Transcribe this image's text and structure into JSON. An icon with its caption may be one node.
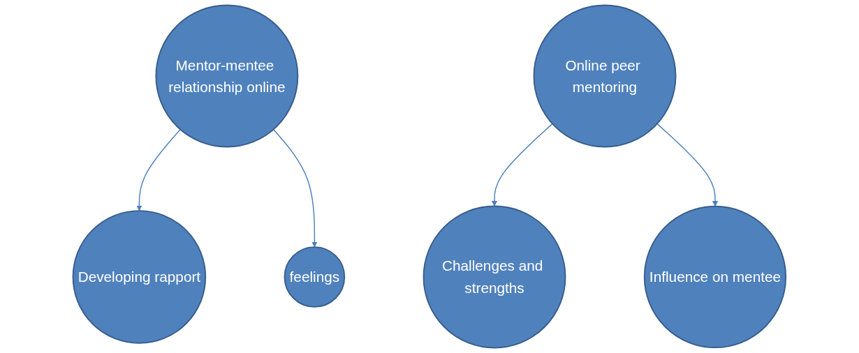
{
  "diagram": {
    "nodes": [
      {
        "text": [
          "Mentor-mentee relationship online"
        ]
      },
      {
        "text": [
          "Online peer mentoring"
        ]
      },
      {
        "text": [
          "Developing rapport"
        ]
      },
      {
        "text": [
          "feelings"
        ]
      },
      {
        "text": [
          "Challenges and strengths"
        ]
      },
      {
        "text": [
          "Influence on mentee"
        ]
      }
    ],
    "edges": [
      {
        "from": 0,
        "to": 2,
        "arrow": "to"
      },
      {
        "from": 0,
        "to": 3,
        "arrow": "to"
      },
      {
        "from": 1,
        "to": 4,
        "arrow": "to"
      },
      {
        "from": 1,
        "to": 5,
        "arrow": "to"
      }
    ]
  }
}
